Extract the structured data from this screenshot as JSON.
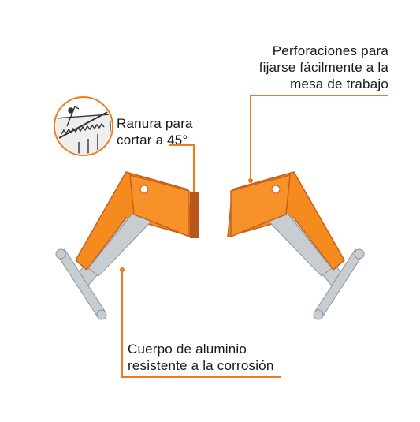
{
  "colors": {
    "accent": "#f07a1c",
    "body": "#f58a1f",
    "shadow": "#c9601a",
    "steel": "#c8cdd2",
    "text": "#1a1a1a"
  },
  "callouts": {
    "perforations": {
      "line1": "Perforaciones para",
      "line2": "fijarse fácilmente a la",
      "line3": "mesa de trabajo"
    },
    "groove": {
      "line1": "Ranura para",
      "line2": "cortar a 45°"
    },
    "body": {
      "line1": "Cuerpo de aluminio",
      "line2": "resistente a la corrosión"
    }
  },
  "icons": {
    "inset": "saw-cut-icon",
    "product": "corner-clamp"
  }
}
